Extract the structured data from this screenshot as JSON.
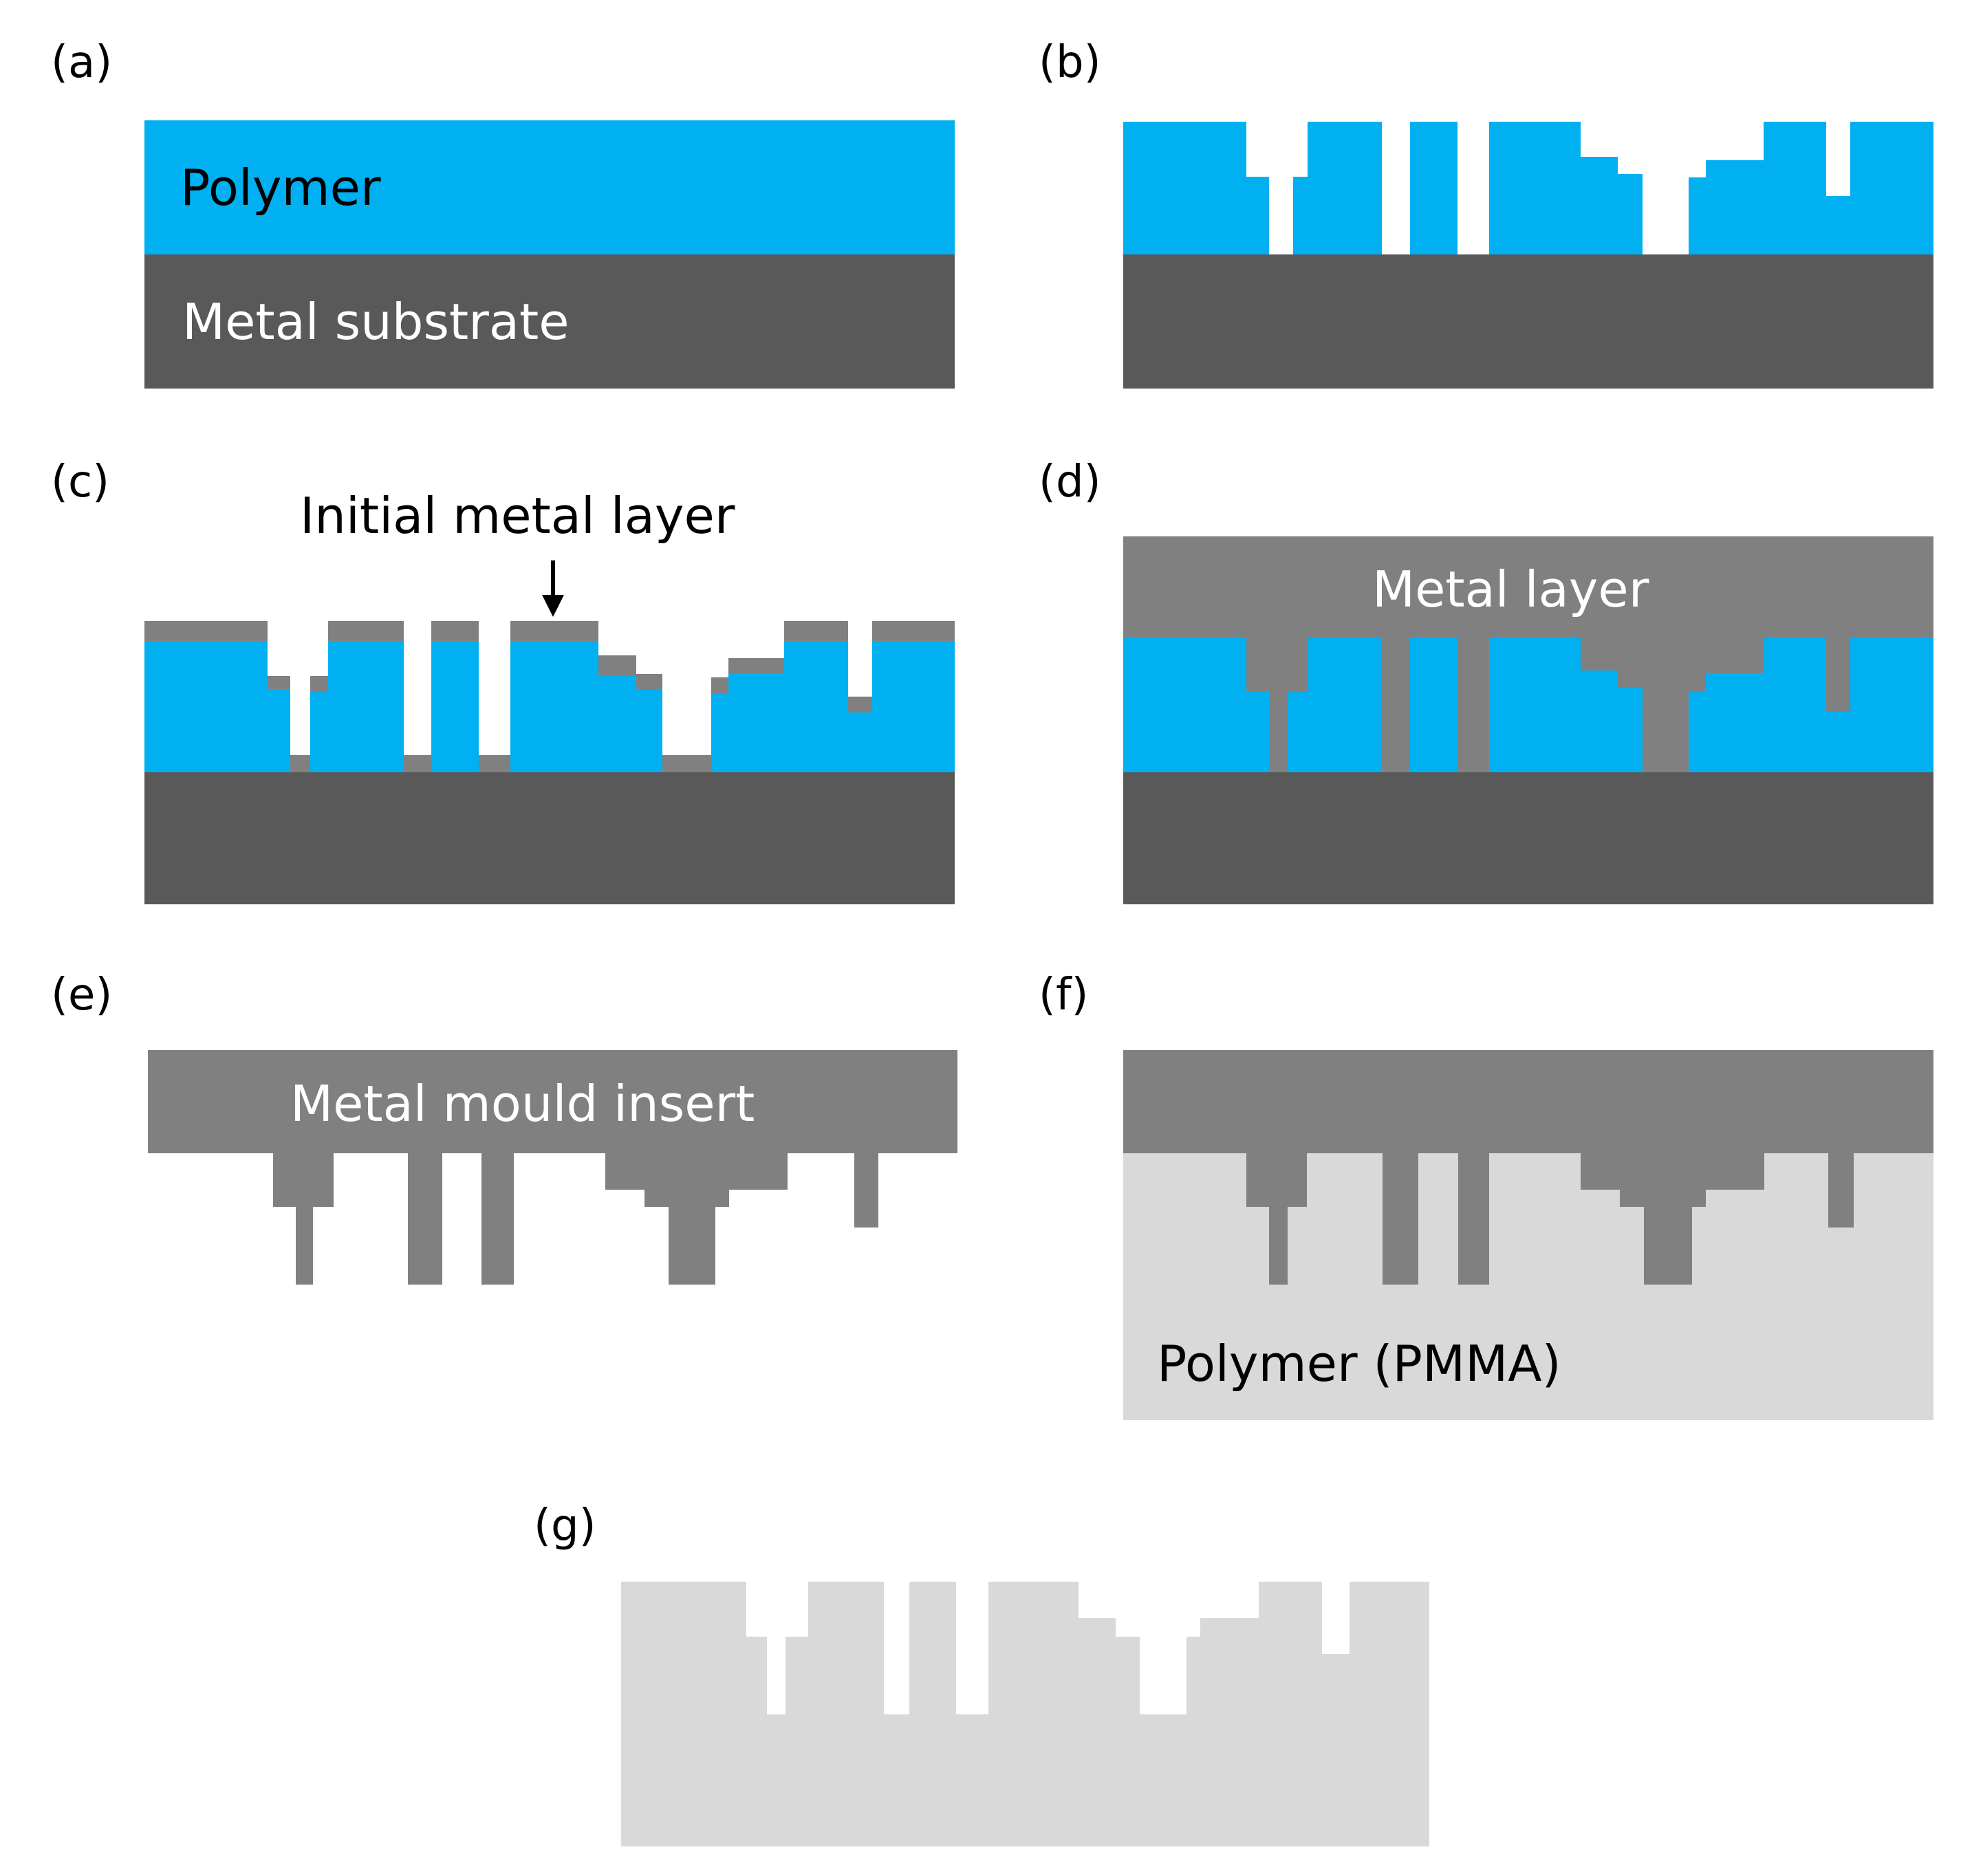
{
  "colors": {
    "polymer_blue": "#00b0f0",
    "substrate_dark": "#595959",
    "metal_grey": "#808080",
    "pmma_light": "#d9d9d9",
    "label_light": "#ffffff",
    "label_dark": "#000000"
  },
  "panels": {
    "a": {
      "letter": "(a)",
      "polymer_label": "Polymer",
      "substrate_label": "Metal substrate"
    },
    "b": {
      "letter": "(b)"
    },
    "c": {
      "letter": "(c)",
      "annotation": "Initial metal layer",
      "annotation_icon": "down-arrow-icon"
    },
    "d": {
      "letter": "(d)",
      "metal_label": "Metal layer"
    },
    "e": {
      "letter": "(e)",
      "insert_label": "Metal mould insert"
    },
    "f": {
      "letter": "(f)",
      "pmma_label": "Polymer (PMMA)"
    },
    "g": {
      "letter": "(g)"
    }
  }
}
